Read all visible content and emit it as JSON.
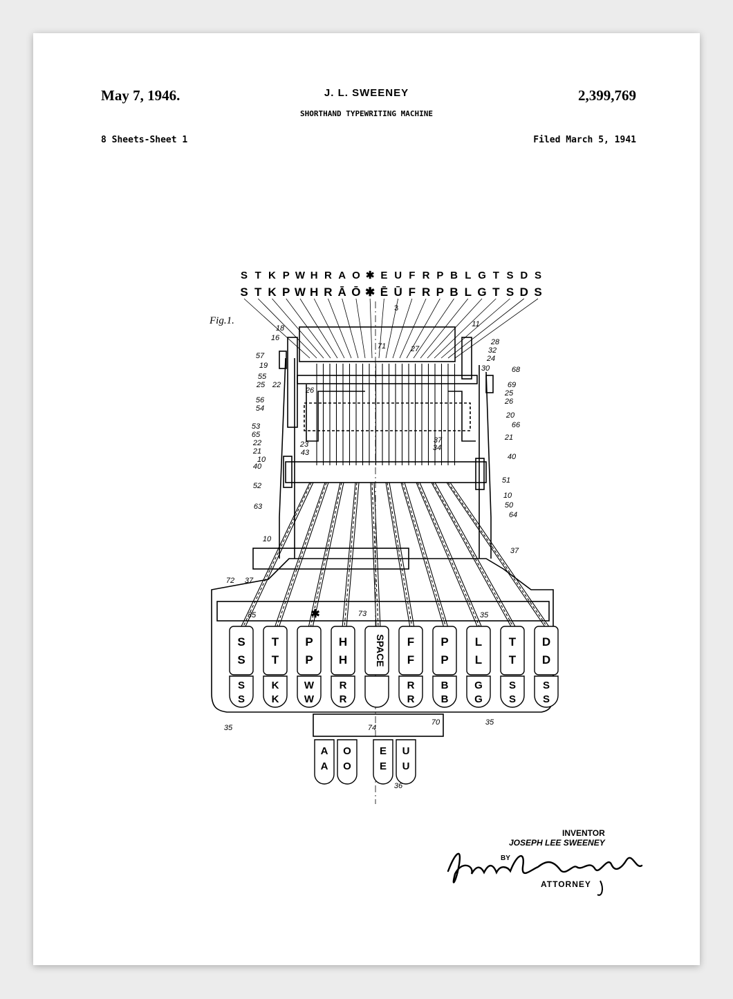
{
  "header": {
    "date": "May 7, 1946.",
    "inventor": "J. L. SWEENEY",
    "patent_number": "2,399,769",
    "title": "SHORTHAND TYPEWRITING MACHINE",
    "sheets": "8 Sheets-Sheet 1",
    "filed": "Filed March 5, 1941"
  },
  "drawing": {
    "figure_label": "Fig.1.",
    "letters_row1": [
      "S",
      "T",
      "K",
      "P",
      "W",
      "H",
      "R",
      "A",
      "O",
      "✱",
      "E",
      "U",
      "F",
      "R",
      "P",
      "B",
      "L",
      "G",
      "T",
      "S",
      "D",
      "S"
    ],
    "letters_row2": [
      "S",
      "T",
      "K",
      "P",
      "W",
      "H",
      "R",
      "Ā",
      "Ō",
      "✱",
      "Ē",
      "Ū",
      "F",
      "R",
      "P",
      "B",
      "L",
      "G",
      "T",
      "S",
      "D",
      "S"
    ],
    "section_mark": "3",
    "upper_keys": [
      "S",
      "T",
      "P",
      "H",
      "SPACE",
      "F",
      "P",
      "L",
      "T",
      "D"
    ],
    "lower_keys": [
      "S",
      "K",
      "W",
      "R",
      "",
      "R",
      "B",
      "G",
      "S",
      "S"
    ],
    "thumb_keys": [
      "A",
      "O",
      "E",
      "U"
    ],
    "asterisk": "✱",
    "refs_left": [
      "18",
      "16",
      "57",
      "19",
      "55",
      "25",
      "22",
      "56",
      "54",
      "53",
      "65",
      "22",
      "21",
      "10",
      "40",
      "52",
      "63",
      "72",
      "37"
    ],
    "refs_right": [
      "11",
      "28",
      "32",
      "24",
      "30",
      "68",
      "69",
      "25",
      "26",
      "20",
      "66",
      "21",
      "40",
      "51",
      "10",
      "50",
      "64",
      "37"
    ],
    "refs_center": [
      "71",
      "27",
      "26",
      "23",
      "43",
      "37",
      "34",
      "10",
      "73",
      "35",
      "35",
      "35",
      "35",
      "74",
      "70",
      "36"
    ]
  },
  "signature": {
    "inventor_label": "INVENTOR",
    "inventor_name": "JOSEPH LEE SWEENEY",
    "by_label": "BY",
    "attorney_label": "ATTORNEY"
  }
}
